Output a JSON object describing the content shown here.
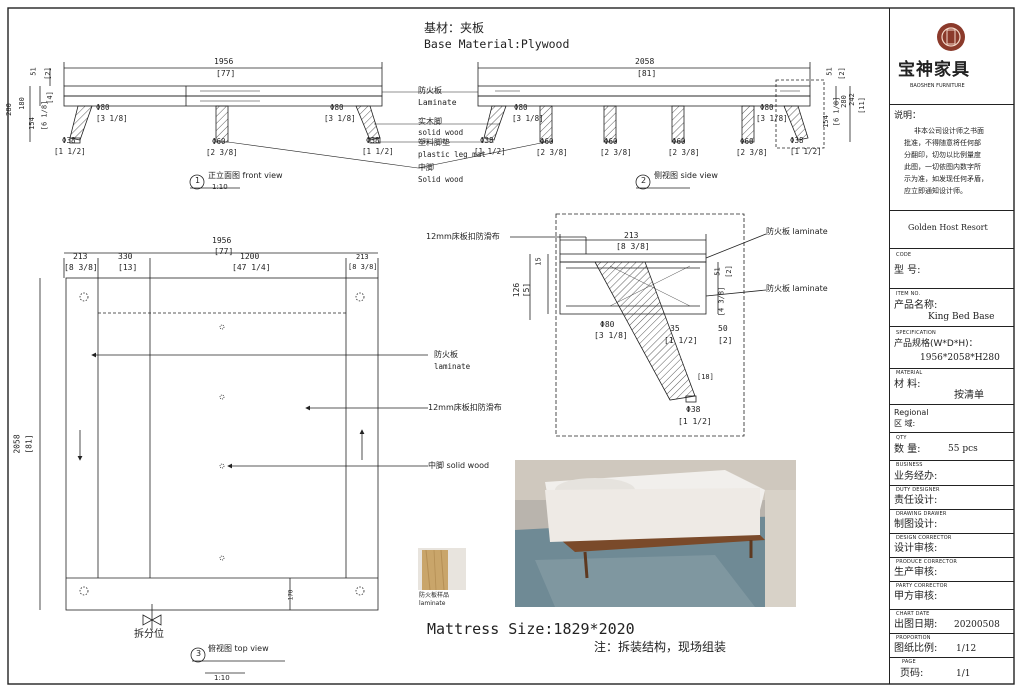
{
  "header": {
    "base_material_cn": "基材：夹板",
    "base_material_en": "Base Material:Plywood"
  },
  "front_view": {
    "overall_mm": "1956",
    "overall_in": "[77]",
    "d51": "51",
    "d51_in": "[2]",
    "d280": "280",
    "d180": "180",
    "d154": "154",
    "d154_in": "[6 1/8]",
    "d100": "[4]",
    "phi80": "Φ80",
    "phi80_in": "[3 1/8]",
    "phi38": "Φ38",
    "phi38_in": "[1 1/2]",
    "phi60": "Φ60",
    "phi60_in": "[2 3/8]",
    "view_no": "1",
    "view_title": "正立面图 front view",
    "scale": "1:10"
  },
  "side_view": {
    "overall_mm": "2058",
    "overall_in": "[81]",
    "d51": "51",
    "d51_in": "[2]",
    "d280": "280",
    "d280_in": "[11]",
    "d242": "242",
    "d154": "154",
    "d154_in": "[6 1/8]",
    "phi80": "Φ80",
    "phi80_in": "[3 1/8]",
    "phi38": "Φ38",
    "phi38_in": "[1 1/2]",
    "phi60": "Φ60",
    "phi60_in": "[2 3/8]",
    "view_no": "2",
    "view_title": "侧视图 side view"
  },
  "callouts": {
    "laminate_cn": "防火板",
    "laminate_en": "Laminate",
    "solid_leg_cn": "实木脚",
    "solid_leg_en": "solid wood",
    "plastic_mat_cn": "塑料脚垫",
    "plastic_mat_en": "plastic leg mat",
    "middle_leg_cn": "中脚",
    "middle_leg_en": "Solid wood"
  },
  "detail": {
    "anti_slip": "12mm床板扣防滑布",
    "laminate_top": "防火板 laminate",
    "laminate_side": "防火板 laminate",
    "d213": "213",
    "d213_in": "[8 3/8]",
    "d15": "15",
    "d126": "126",
    "d126_in": "[5]",
    "d51": "51",
    "d51_in": "[2]",
    "d110": "[4 3/8]",
    "phi80": "Φ80",
    "phi80_in": "[3 1/8]",
    "d35": "35",
    "d35_in": "[1 1/2]",
    "d50": "50",
    "d50_in": "[2]",
    "d18": "[18]",
    "phi38": "Φ38",
    "phi38_in": "[1 1/2]"
  },
  "top_view": {
    "overall_mm": "1956",
    "overall_in": "[77]",
    "d213": "213",
    "d213_in": "[8 3/8]",
    "d330": "330",
    "d330_in": "[13]",
    "d1200": "1200",
    "d1200_in": "[47 1/4]",
    "d213r": "213",
    "d213r_in": "[8 3/8]",
    "depth_mm": "2058",
    "depth_in": "[81]",
    "d170": "170",
    "laminate_cn": "防火板",
    "laminate_en": "laminate",
    "anti_slip": "12mm床板扣防滑布",
    "middle_leg": "中脚 solid wood",
    "split": "拆分位",
    "view_no": "3",
    "view_title": "俯视图 top view",
    "scale": "1:10"
  },
  "swatch": {
    "caption_cn": "防火板样品",
    "caption_en": "laminate"
  },
  "mattress": "Mattress Size:1829*2020",
  "note": "注：拆装结构，现场组装",
  "title_block": {
    "logo_cn": "宝神家具",
    "logo_en": "BAOSHEN FURNITURE",
    "notes_title": "说明：",
    "notes_body": [
      "非本公司设计师之书面",
      "批准，不得随意将任何部",
      "分翻印，切勿以比例量度",
      "此图，一切依图内数字所",
      "示为准，如发现任何矛盾，",
      "应立即通知设计师。"
    ],
    "project": "Golden Host Resort",
    "code_en": "CODE",
    "code_cn": "型  号:",
    "item_en": "ITEM NO.",
    "item_cn": "产品名称:",
    "item_val": "King Bed Base",
    "spec_en": "SPECIFICATION",
    "spec_cn": "产品规格(W*D*H)：",
    "spec_val": "1956*2058*H280",
    "material_en": "MATERIAL",
    "material_cn": "材  料:",
    "material_val": "按清单",
    "region_en": "Regional",
    "region_cn": "区  域:",
    "qty_en": "QTY",
    "qty_cn": "数  量:",
    "qty_val": "55 pcs",
    "business_en": "BUSINESS",
    "business_cn": "业务经办:",
    "duty_en": "DUTY DESIGNER",
    "duty_cn": "责任设计:",
    "drawing_en": "DRAWING DRAWER",
    "drawing_cn": "制图设计:",
    "design_en": "DESIGN CORRECTOR",
    "design_cn": "设计审核:",
    "produce_en": "PRODUCE CORRECTOR",
    "produce_cn": "生产审核:",
    "party_en": "PARTY CORRECTOR",
    "party_cn": "甲方审核:",
    "date_en": "CHART DATE",
    "date_cn": "出图日期:",
    "date_val": "20200508",
    "prop_en": "PROPORTION",
    "prop_cn": "图纸比例:",
    "prop_val": "1/12",
    "page_en": "PAGE",
    "page_cn": "页码:",
    "page_val": "1/1"
  },
  "colors": {
    "line": "#222222",
    "logo_red": "#8b3a2b",
    "wood": "#c9a56a",
    "photo_floor": "#6f8a95",
    "photo_wall": "#b9b4ad"
  }
}
